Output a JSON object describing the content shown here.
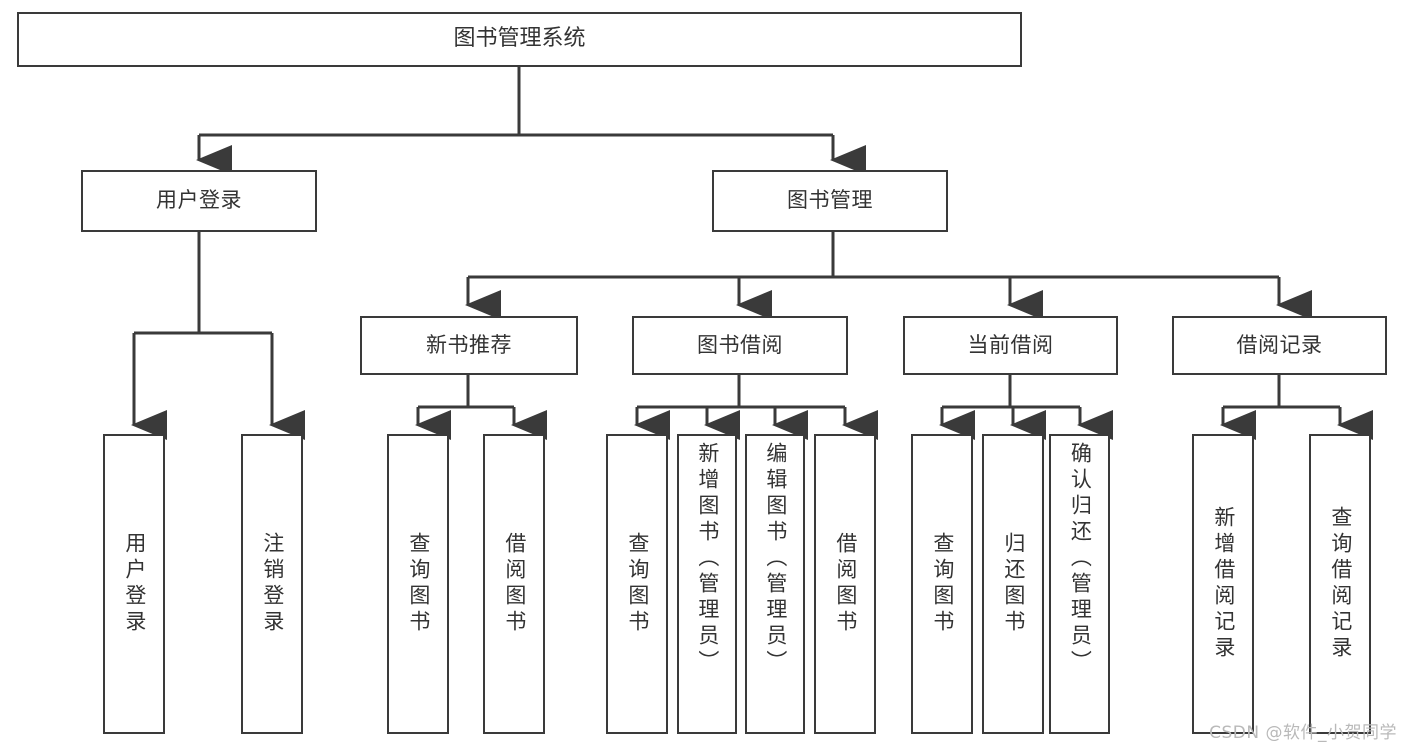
{
  "diagram": {
    "title": "图书管理系统",
    "type": "tree",
    "root": {
      "label": "图书管理系统"
    },
    "level2": [
      {
        "label": "用户登录"
      },
      {
        "label": "图书管理"
      }
    ],
    "level3": [
      {
        "label": "新书推荐"
      },
      {
        "label": "图书借阅"
      },
      {
        "label": "当前借阅"
      },
      {
        "label": "借阅记录"
      }
    ],
    "leaves": {
      "user_login": [
        {
          "label": "用户登录"
        },
        {
          "label": "注销登录"
        }
      ],
      "new_book_recommend": [
        {
          "label": "查询图书"
        },
        {
          "label": "借阅图书"
        }
      ],
      "book_borrow": [
        {
          "label": "查询图书"
        },
        {
          "label": "新增图书（管理员）"
        },
        {
          "label": "编辑图书（管理员）"
        },
        {
          "label": "借阅图书"
        }
      ],
      "current_borrow": [
        {
          "label": "查询图书"
        },
        {
          "label": "归还图书"
        },
        {
          "label": "确认归还（管理员）"
        }
      ],
      "borrow_record": [
        {
          "label": "新增借阅记录"
        },
        {
          "label": "查询借阅记录"
        }
      ]
    }
  },
  "watermark": {
    "text": "CSDN @软件_小贺同学"
  },
  "colors": {
    "stroke": "#3a3a3a",
    "text": "#333333",
    "background": "#ffffff",
    "watermark": "#b9b9b9"
  }
}
